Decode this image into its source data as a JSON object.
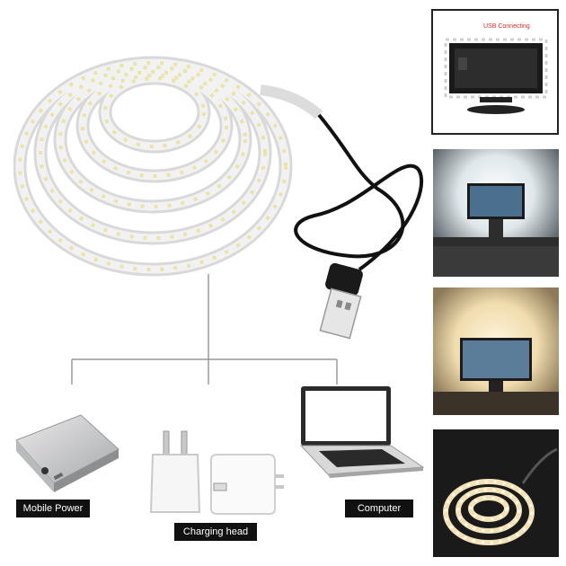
{
  "labels": {
    "mobile_power": "Mobile Power",
    "charging_head": "Charging head",
    "computer": "Computer",
    "usb_connecting": "USB Connecting"
  },
  "colors": {
    "label_bg": "#111111",
    "label_text": "#ffffff",
    "usb_text": "#d0302a",
    "connector_line": "#9a9a9a",
    "warm_light": "#f3e2b8"
  },
  "icons": [
    "led-strip-reel-icon",
    "usb-cable-icon",
    "power-bank-icon",
    "charging-head-icon",
    "laptop-icon",
    "tv-icon"
  ]
}
